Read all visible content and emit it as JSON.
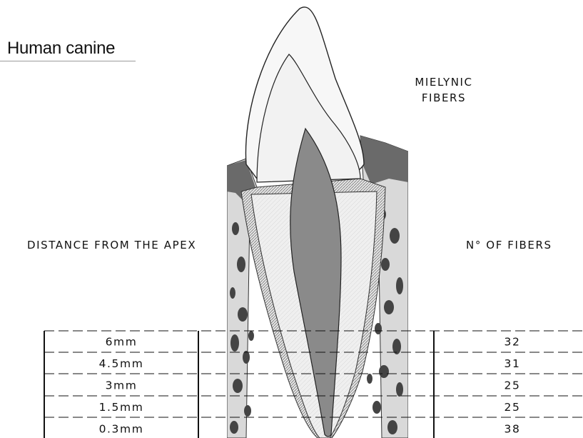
{
  "title": "Human canine",
  "labels": {
    "mielynic_line1": "MIELYNIC",
    "mielynic_line2": "FIBERS",
    "distance_header": "DISTANCE FROM THE APEX",
    "fibers_header": "N° OF FIBERS"
  },
  "table": {
    "rows": [
      {
        "distance": "6mm",
        "fibers": "32"
      },
      {
        "distance": "4.5mm",
        "fibers": "31"
      },
      {
        "distance": "3mm",
        "fibers": "25"
      },
      {
        "distance": "1.5mm",
        "fibers": "25"
      },
      {
        "distance": "0.3mm",
        "fibers": "38"
      }
    ]
  }
}
